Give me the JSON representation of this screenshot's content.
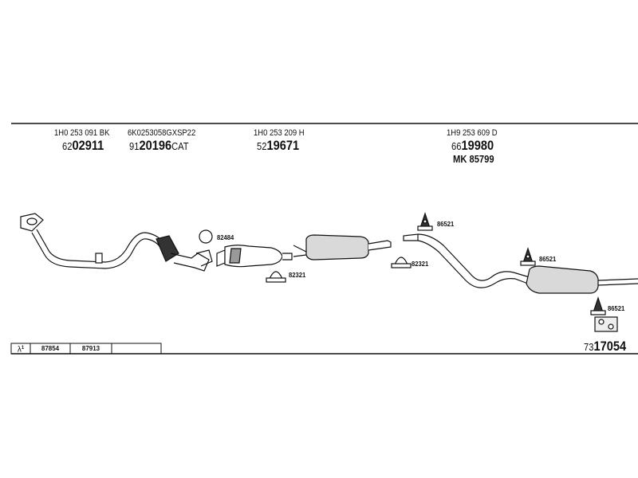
{
  "parts": {
    "downpipe": {
      "oe": "1H0 253 091 BK",
      "prefix": "62",
      "bold": "02911",
      "suffix": ""
    },
    "catalyst": {
      "oe": "6K0253058GXSP22",
      "prefix": "91",
      "bold": "20196",
      "suffix": "CAT"
    },
    "middle_silencer": {
      "oe": "1H0 253 209 H",
      "prefix": "52",
      "bold": "19671",
      "suffix": ""
    },
    "rear_silencer": {
      "oe": "1H9 253 609 D",
      "prefix": "66",
      "bold": "19980",
      "suffix": "",
      "mk": "MK 85799"
    },
    "kit": {
      "prefix": "73",
      "bold": "17054"
    }
  },
  "fittings": {
    "gasket": "82484",
    "clamp_left": "82321",
    "clamp_right": "82321",
    "hanger_top": "86521",
    "hanger_mid": "86521",
    "hanger_bottom": "86521"
  },
  "table": {
    "symbol": "λ",
    "superscript": "1",
    "cells": [
      "87854",
      "87913"
    ]
  },
  "colors": {
    "line": "#111111",
    "pipe_fill": "#ffffff",
    "silencer_fill": "#d9d9d9"
  }
}
